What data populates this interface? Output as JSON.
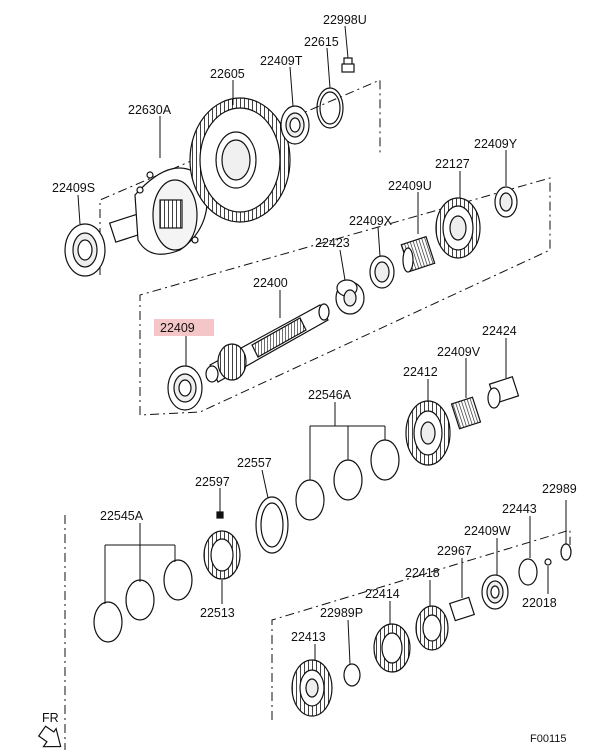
{
  "diagram": {
    "highlight_color": "#f5c6c8",
    "highlighted_part": "22409",
    "labels": {
      "p22998U": "22998U",
      "p22615": "22615",
      "p22605": "22605",
      "p22409T": "22409T",
      "p22630A": "22630A",
      "p22409S": "22409S",
      "p22409Y": "22409Y",
      "p22127": "22127",
      "p22409U": "22409U",
      "p22409X": "22409X",
      "p22423": "22423",
      "p22400": "22400",
      "p22409": "22409",
      "p22424": "22424",
      "p22409V": "22409V",
      "p22412": "22412",
      "p22546A": "22546A",
      "p22557": "22557",
      "p22597": "22597",
      "p22545A": "22545A",
      "p22513": "22513",
      "p22989": "22989",
      "p22443": "22443",
      "p22409W": "22409W",
      "p22967": "22967",
      "p22418": "22418",
      "p22018": "22018",
      "p22414": "22414",
      "p22989P": "22989P",
      "p22413": "22413"
    },
    "direction_label": "FR",
    "figure_code": "F00115"
  }
}
